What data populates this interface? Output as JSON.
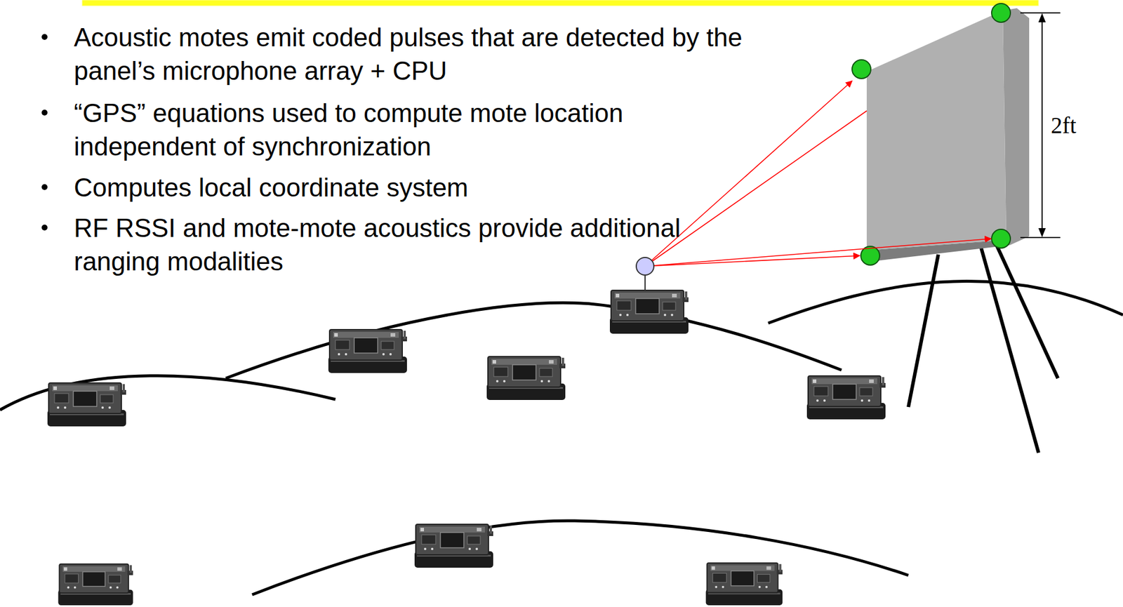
{
  "diagram": {
    "labels": [
      "Acoustic motes emit coded pulses that are detected by the panel’s microphone array + CPU",
      "“GPS” equations used to compute mote location independent of synchronization",
      "Computes local coordinate system",
      "RF RSSI and mote-mote acoustics provide additional ranging modalities",
      "2ft"
    ]
  }
}
